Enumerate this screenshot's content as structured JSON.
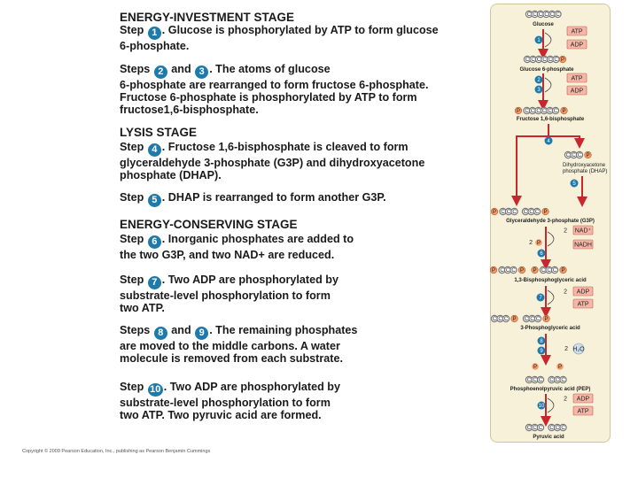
{
  "stages": {
    "investment": {
      "title": "ENERGY-INVESTMENT STAGE",
      "step1": {
        "prefix": "Step",
        "num": "1",
        "line1": ". Glucose is phosphorylated by ATP to form glucose",
        "line2": "6-phosphate."
      },
      "step23": {
        "prefix": "Steps",
        "num1": "2",
        "and": "and",
        "num2": "3",
        "line1": ". The atoms of glucose",
        "line2": "6-phosphate are rearranged to form fructose 6-phosphate.",
        "line3": "Fructose 6-phosphate is phosphorylated by ATP to form",
        "line4": "fructose1,6-bisphosphate."
      }
    },
    "lysis": {
      "title": "LYSIS STAGE",
      "step4": {
        "prefix": "Step",
        "num": "4",
        "line1": ". Fructose 1,6-bisphosphate is cleaved to form",
        "line2": "glyceraldehyde 3-phosphate (G3P) and dihydroxyacetone",
        "line3": "phosphate (DHAP)."
      },
      "step5": {
        "prefix": "Step",
        "num": "5",
        "line1": ". DHAP is rearranged to form another G3P."
      }
    },
    "conserving": {
      "title": "ENERGY-CONSERVING STAGE",
      "step6": {
        "prefix": "Step",
        "num": "6",
        "line1": ". Inorganic phosphates are added to",
        "line2": "the two G3P, and two NAD+ are reduced."
      },
      "step7": {
        "prefix": "Step",
        "num": "7",
        "line1": ". Two ADP are phosphorylated by",
        "line2": "substrate-level phosphorylation to form",
        "line3": "two ATP."
      },
      "step89": {
        "prefix": "Steps",
        "num1": "8",
        "and": "and",
        "num2": "9",
        "line1": ". The remaining phosphates",
        "line2": "are moved to the middle carbons. A water",
        "line3": "molecule is removed from each substrate."
      },
      "step10": {
        "prefix": "Step",
        "num": "10",
        "line1": ". Two ADP are phosphorylated by",
        "line2": "substrate-level phosphorylation to form",
        "line3": "two ATP. Two pyruvic acid are formed."
      }
    }
  },
  "pathway": {
    "glucose": "Glucose",
    "g6p": "Glucose 6-phosphate",
    "f16bp": "Fructose 1,6-bisphosphate",
    "dhap1": "Dihydroxyacetone",
    "dhap2": "phosphate (DHAP)",
    "g3p": "Glyceraldehyde 3-phosphate (G3P)",
    "bpg": "1,3-Bisphosphoglyceric acid",
    "pga3": "3-Phosphoglyceric acid",
    "pep": "Phosphoenolpyruvic acid (PEP)",
    "pyruvic": "Pyruvic acid",
    "atp": "ATP",
    "adp": "ADP",
    "nad": "NAD⁺",
    "nadh": "NADH",
    "h2o": "H₂O",
    "two": "2",
    "p": "P",
    "c": "C"
  },
  "copyright": "Copyright © 2009 Pearson Education, Inc., publishing as Pearson Benjamin Cummings",
  "colors": {
    "arrow": "#c8272d",
    "carbon": "#777777",
    "phosphate": "#f29a6a",
    "step_circle": "#1e7aaa",
    "panel": "#f7f1d9",
    "cofactor_box": "#f6b7a8"
  }
}
